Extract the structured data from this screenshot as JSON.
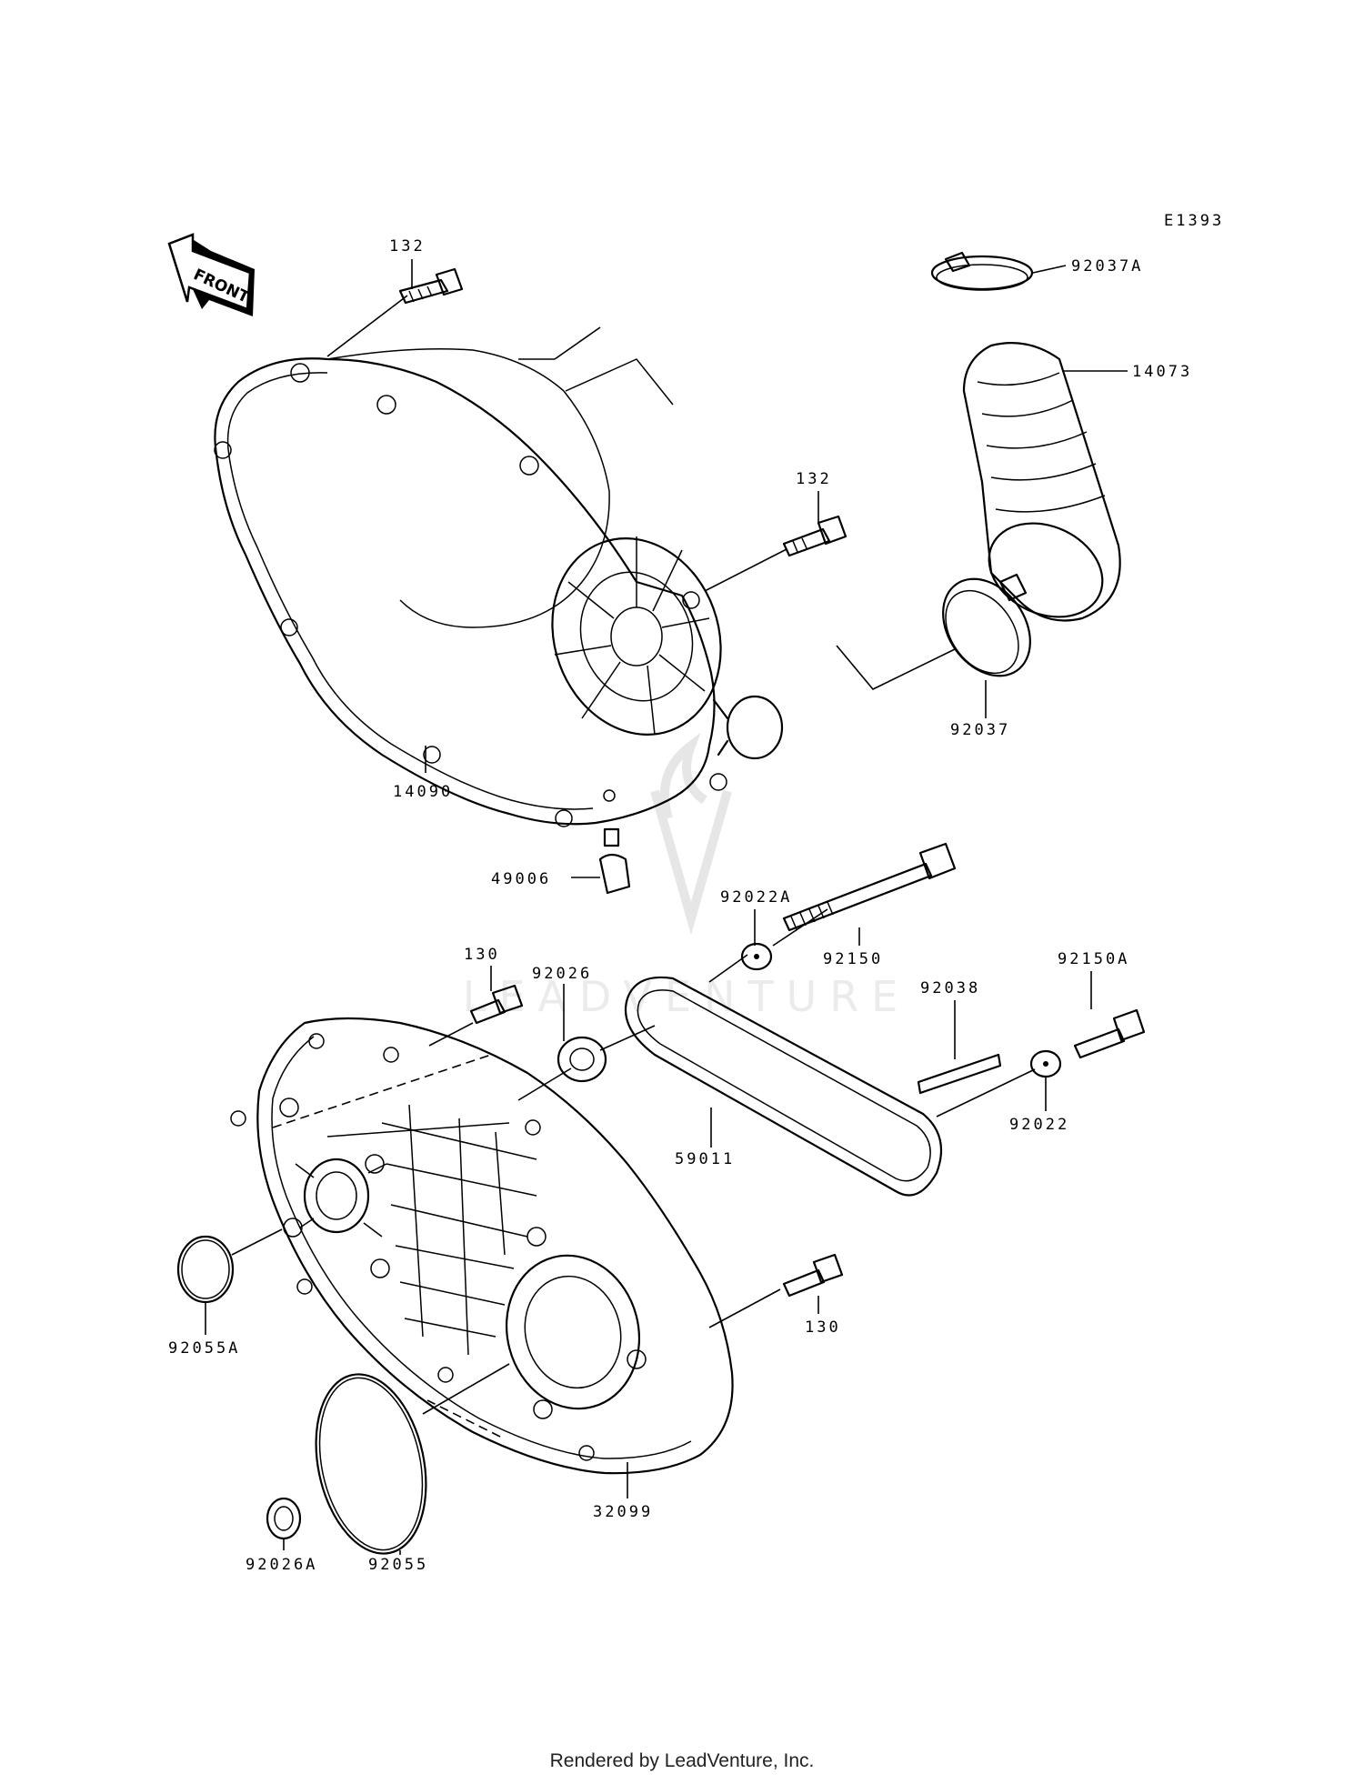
{
  "diagram_code": "E1393",
  "front_badge": "FRONT",
  "watermark": "LEADVENTURE",
  "footer": "Rendered by LeadVenture, Inc.",
  "labels": {
    "p132_top": "132",
    "p132_mid": "132",
    "p92037A": "92037A",
    "p14073": "14073",
    "p92037": "92037",
    "p14090": "14090",
    "p49006": "49006",
    "p92022A": "92022A",
    "p92150": "92150",
    "p130_top": "130",
    "p92026": "92026",
    "p92038": "92038",
    "p92150A": "92150A",
    "p92022": "92022",
    "p59011": "59011",
    "p92055A": "92055A",
    "p130_bot": "130",
    "p32099": "32099",
    "p92026A": "92026A",
    "p92055": "92055"
  }
}
